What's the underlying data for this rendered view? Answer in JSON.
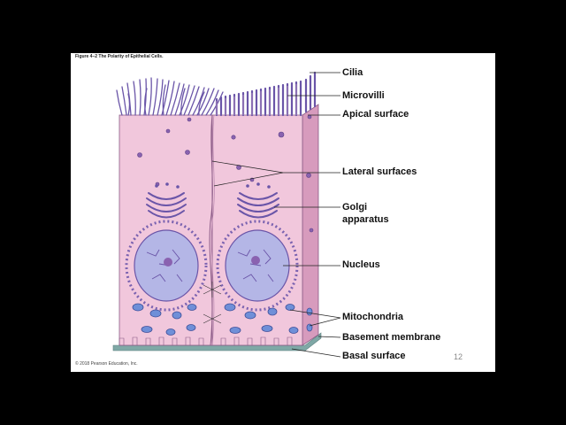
{
  "figure_title": "Figure 4–2 The Polarity of Epithelial Cells.",
  "copyright": "© 2018 Pearson Education, Inc.",
  "page_number": "12",
  "labels": {
    "cilia": "Cilia",
    "microvilli": "Microvilli",
    "apical_surface": "Apical surface",
    "lateral_surfaces": "Lateral surfaces",
    "golgi_line1": "Golgi",
    "golgi_line2": "apparatus",
    "nucleus": "Nucleus",
    "mitochondria": "Mitochondria",
    "basement_membrane": "Basement membrane",
    "basal_surface": "Basal surface"
  },
  "colors": {
    "background": "#000000",
    "slide": "#ffffff",
    "cytoplasm": "#f1c7dc",
    "cell_side": "#d79bbd",
    "cell_outline": "#8a5a86",
    "nucleus": "#b4b6e6",
    "organelle": "#6a55a8",
    "basement_membrane": "#7fa8a6"
  }
}
